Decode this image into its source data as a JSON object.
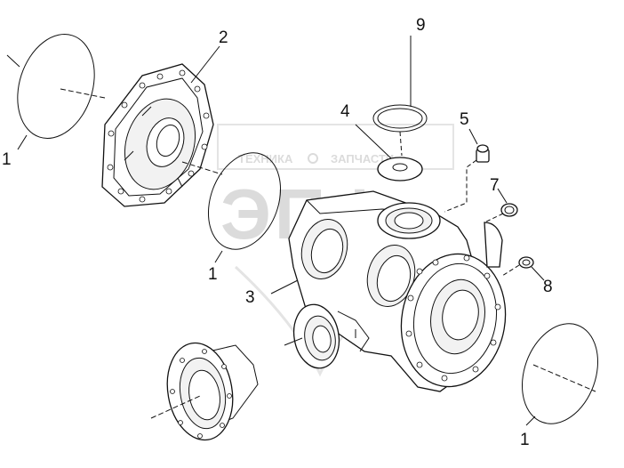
{
  "watermark": {
    "top_text": "ТЕХНИКА",
    "top_text_right": "ЗАПЧАСТИ",
    "logo_letters": "ЭПФ"
  },
  "callouts": [
    {
      "id": "c1a",
      "label": "1"
    },
    {
      "id": "c2",
      "label": "2"
    },
    {
      "id": "c9",
      "label": "9"
    },
    {
      "id": "c4",
      "label": "4"
    },
    {
      "id": "c5",
      "label": "5"
    },
    {
      "id": "c7",
      "label": "7"
    },
    {
      "id": "c1b",
      "label": "1"
    },
    {
      "id": "c3",
      "label": "3"
    },
    {
      "id": "c8",
      "label": "8"
    },
    {
      "id": "c1c",
      "label": "1"
    }
  ]
}
